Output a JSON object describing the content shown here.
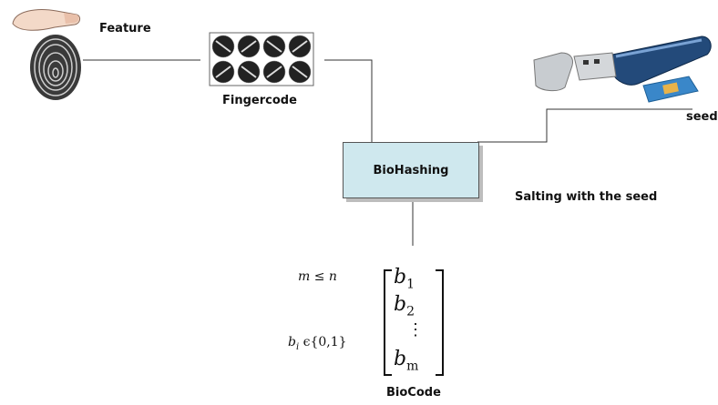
{
  "labels": {
    "feature": "Feature",
    "fingercode": "Fingercode",
    "biohashing": "BioHashing",
    "seed": "seed",
    "salting": "Salting with the seed",
    "biocode": "BioCode"
  },
  "math": {
    "condition_m": "m ≤ n",
    "condition_b": "b",
    "condition_b_sub": "i",
    "condition_b_set": " ϵ{0,1}"
  },
  "vector": {
    "entries": [
      {
        "base": "b",
        "sub": "1"
      },
      {
        "base": "b",
        "sub": "2"
      },
      {
        "base": "⋮",
        "sub": ""
      },
      {
        "base": "b",
        "sub": "m"
      }
    ]
  },
  "colors": {
    "box_fill": "#cfe8ee",
    "line": "#333333"
  }
}
